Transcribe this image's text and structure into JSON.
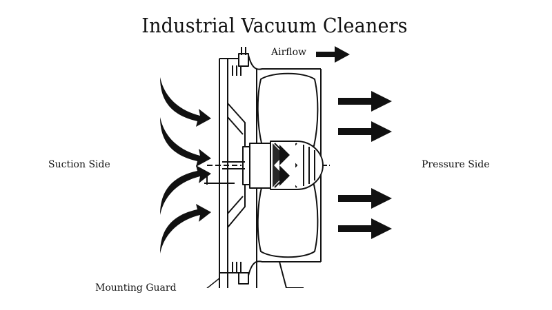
{
  "title": "Industrial Vacuum Cleaners",
  "labels": {
    "suction": "Suction Side",
    "pressure": "Pressure Side",
    "airflow": "Airflow",
    "mounting": "Mounting Guard"
  },
  "colors": {
    "line": "#111111",
    "background": "#ffffff"
  }
}
